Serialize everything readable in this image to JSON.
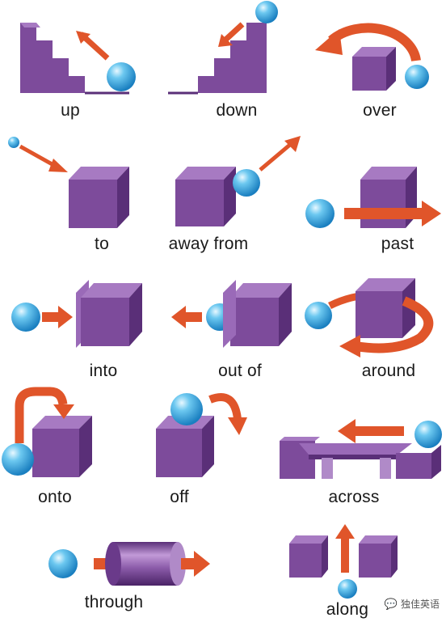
{
  "labels": {
    "up": "up",
    "down": "down",
    "over": "over",
    "to": "to",
    "away_from": "away from",
    "past": "past",
    "into": "into",
    "out_of": "out of",
    "around": "around",
    "onto": "onto",
    "off": "off",
    "across": "across",
    "through": "through",
    "along": "along"
  },
  "watermark": "独佳英语",
  "colors": {
    "cube_front": "#7d4b9b",
    "cube_top": "#a77ac2",
    "cube_side": "#5a2f78",
    "arrow": "#e0552a",
    "ball": "#3aa8e0"
  }
}
